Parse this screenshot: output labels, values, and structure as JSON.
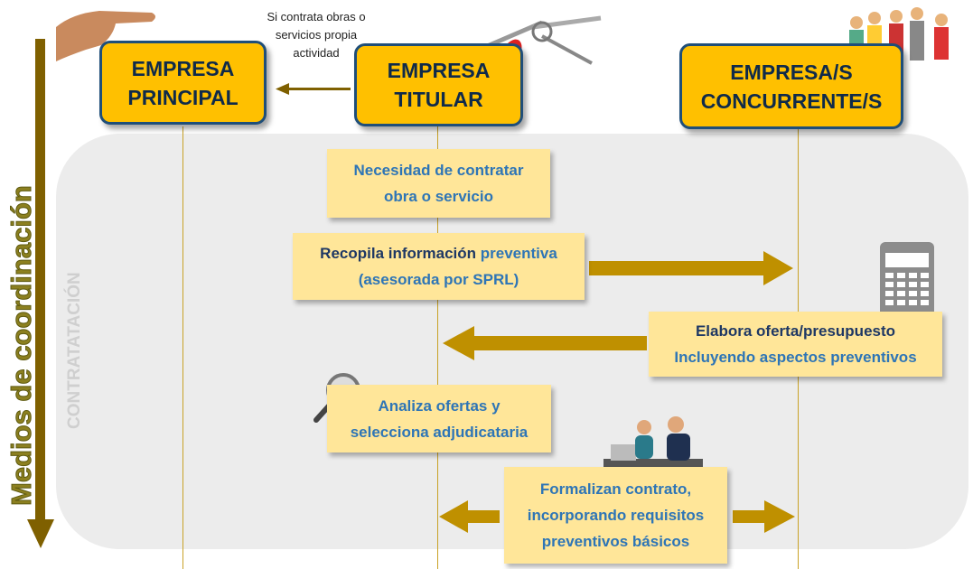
{
  "side": {
    "vertical_label": "Medios de coordinación",
    "phase_label": "CONTRATATACIÓN"
  },
  "actors": {
    "principal": [
      "EMPRESA",
      "PRINCIPAL"
    ],
    "titular": [
      "EMPRESA",
      "TITULAR"
    ],
    "concurrente": [
      "EMPRESA/S",
      "CONCURRENTE/S"
    ]
  },
  "annotation": [
    "Si contrata obras o",
    "servicios propia",
    "actividad"
  ],
  "steps": {
    "necesidad": [
      "Necesidad de contratar",
      "obra o servicio"
    ],
    "recopila": {
      "bold": "Recopila información",
      "rest": " preventiva",
      "line2": "(asesorada por SPRL)"
    },
    "elabora": [
      "Elabora oferta/presupuesto",
      "Incluyendo aspectos preventivos"
    ],
    "analiza": [
      "Analiza ofertas y",
      "selecciona adjudicataria"
    ],
    "formalizan": [
      "Formalizan contrato,",
      "incorporando requisitos",
      "preventivos básicos"
    ]
  },
  "colors": {
    "actor": "#ffc000",
    "note": "#ffe699",
    "arrow": "#bf9000",
    "vertical": "#7f6000"
  }
}
